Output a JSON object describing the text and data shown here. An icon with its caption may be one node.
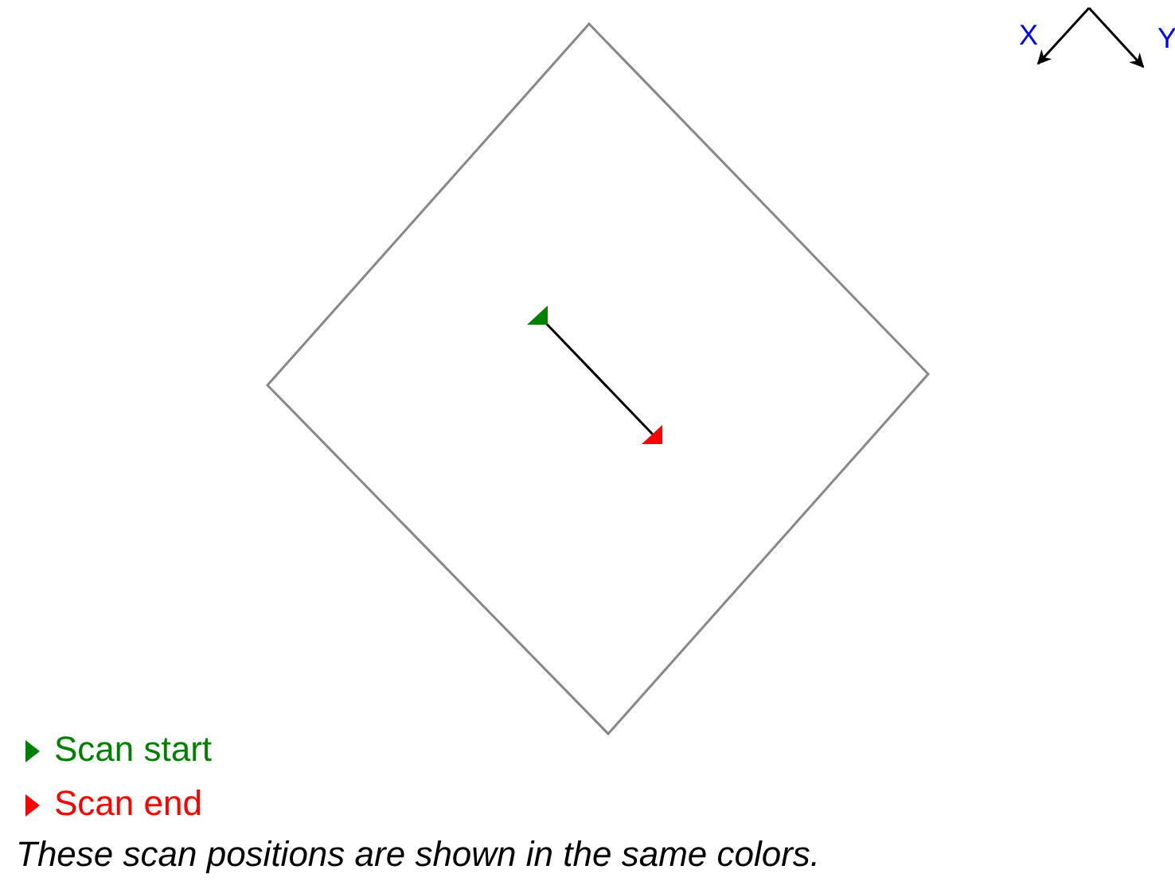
{
  "diagram": {
    "caption": "These scan positions are shown in the same colors.",
    "labels": [
      "X",
      "Y"
    ],
    "legend": [
      {
        "text": "Scan start",
        "color": "#008000"
      },
      {
        "text": "Scan end",
        "color": "#ff0000"
      }
    ]
  }
}
